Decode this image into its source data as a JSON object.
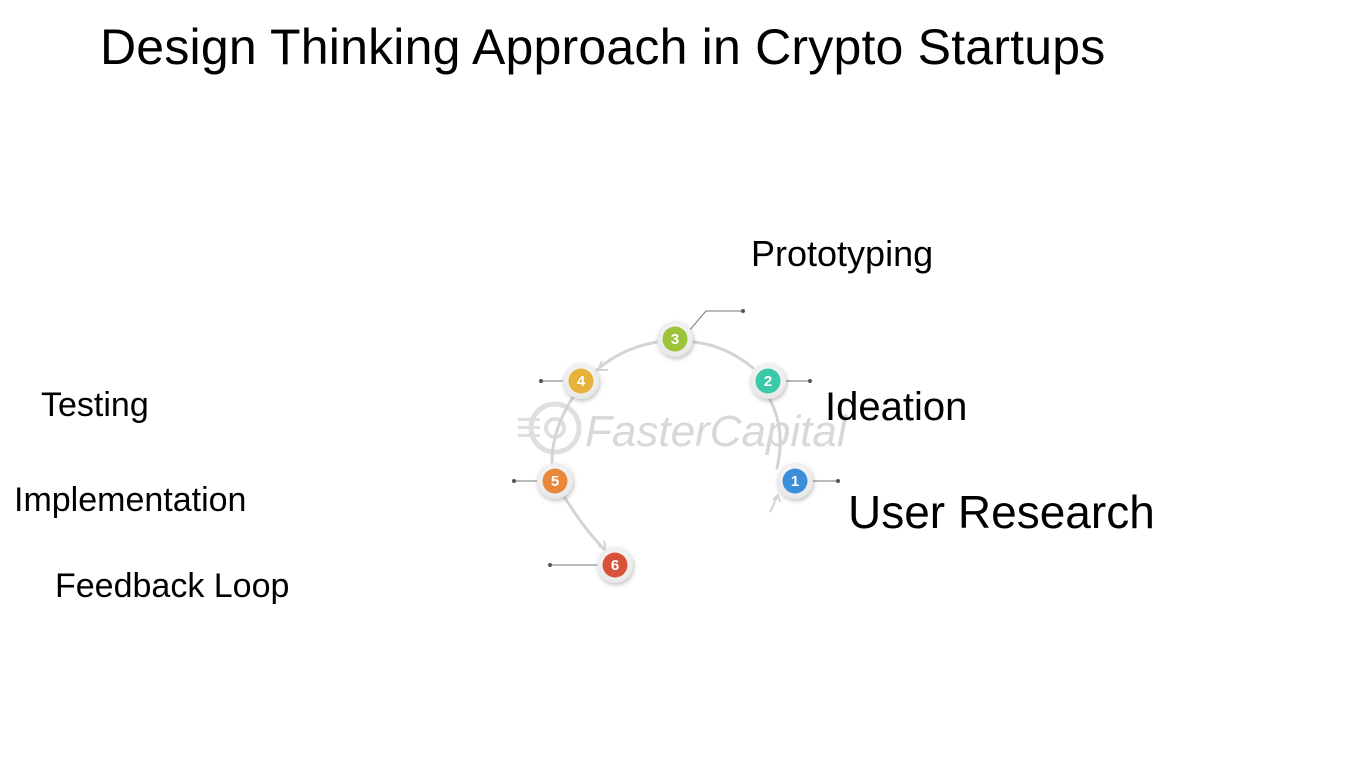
{
  "title": "Design Thinking Approach in Crypto Startups",
  "watermark": "FasterCapital",
  "steps": [
    {
      "number": "1",
      "label": "User Research",
      "color": "#3a8fd8"
    },
    {
      "number": "2",
      "label": "Ideation",
      "color": "#3cc9a8"
    },
    {
      "number": "3",
      "label": "Prototyping",
      "color": "#9cc33a"
    },
    {
      "number": "4",
      "label": "Testing",
      "color": "#e8b23a"
    },
    {
      "number": "5",
      "label": "Implementation",
      "color": "#e8883a"
    },
    {
      "number": "6",
      "label": "Feedback Loop",
      "color": "#d8523a"
    }
  ]
}
